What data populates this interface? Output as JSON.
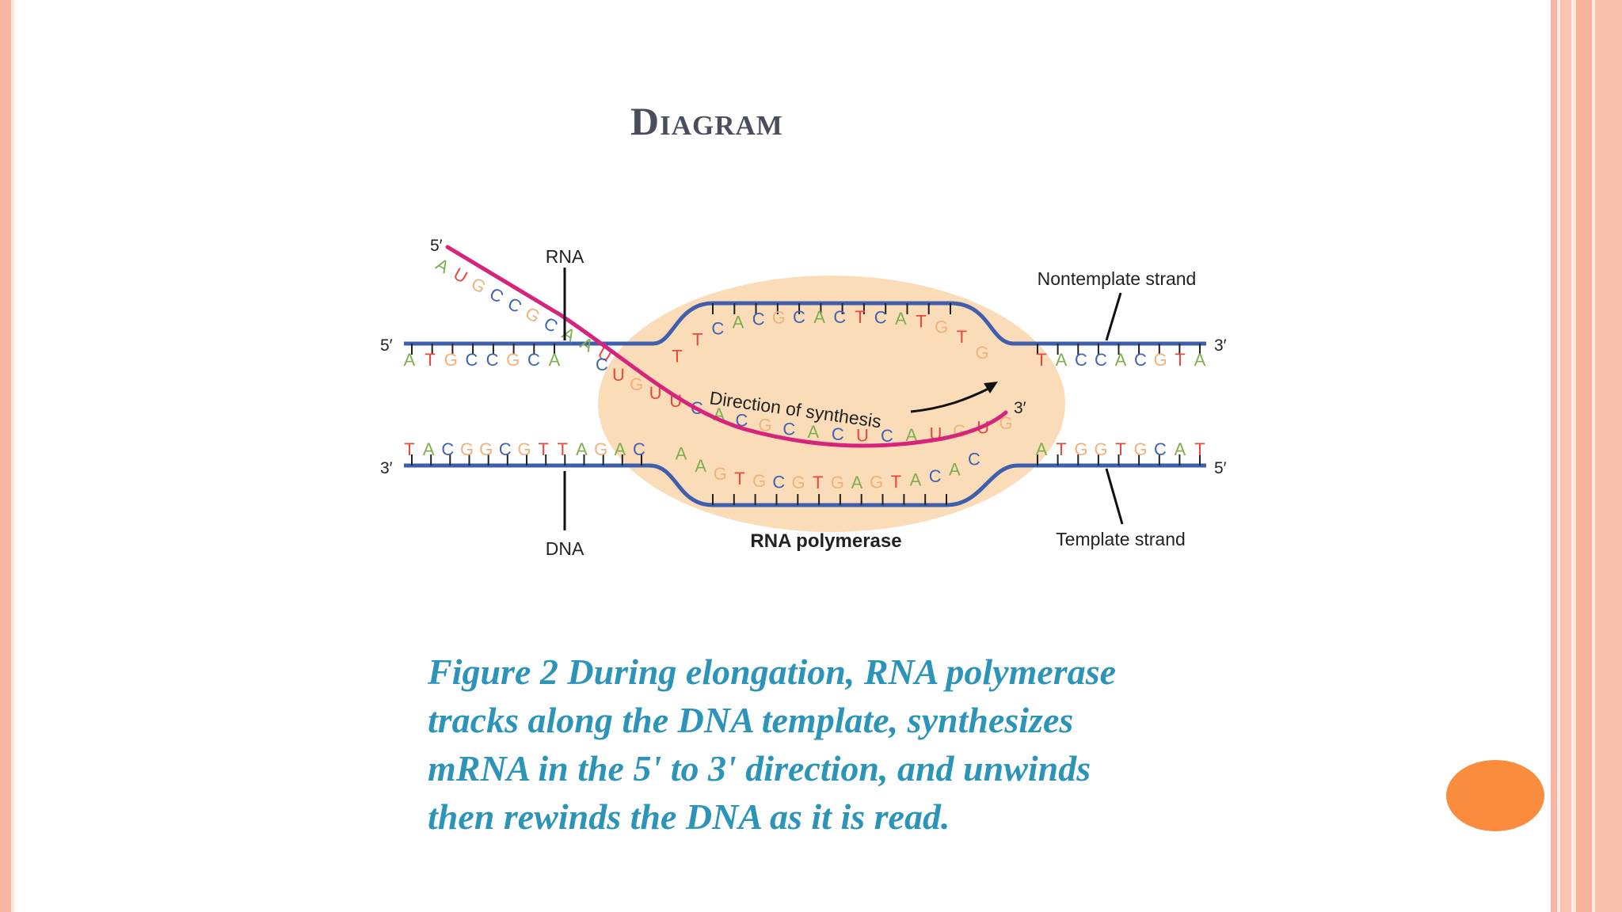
{
  "title": "Diagram",
  "diagram": {
    "labels": {
      "rna": "RNA",
      "dna": "DNA",
      "nontemplate": "Nontemplate strand",
      "template": "Template strand",
      "direction": "Direction of synthesis",
      "polymerase": "RNA polymerase",
      "rna_5prime": "5′",
      "rna_3prime": "3′",
      "nt_left_5prime": "5′",
      "nt_right_3prime": "3′",
      "t_left_3prime": "3′",
      "t_right_5prime": "5′"
    },
    "nontemplate_left": "ATGCCGCA",
    "nontemplate_bubble": "TTCACGCACTCATGTG",
    "nontemplate_right": "TACCACGTA",
    "template_left": "TACGGCGTTAGAC",
    "template_bubble": "AAGTGCGTGAGTACAC",
    "template_right": "ATGGTGCAT",
    "rna_tail": "AUGCCGCAAU",
    "rna_paired": "CUGUUCACGCACUCAUGUG",
    "base_colors": {
      "A": "#7fae4f",
      "T": "#e8473c",
      "G": "#f0b27a",
      "C": "#3f63b4",
      "U": "#e8473c"
    },
    "strand_color": "#3f5fae",
    "rna_color": "#d6237b",
    "polymerase_color": "#fbdcb9"
  },
  "caption_lines": [
    "Figure 2 During elongation, RNA polymerase",
    "tracks along the DNA template, synthesizes",
    "mRNA in the 5' to 3' direction, and unwinds",
    "then rewinds the DNA as it is read."
  ]
}
